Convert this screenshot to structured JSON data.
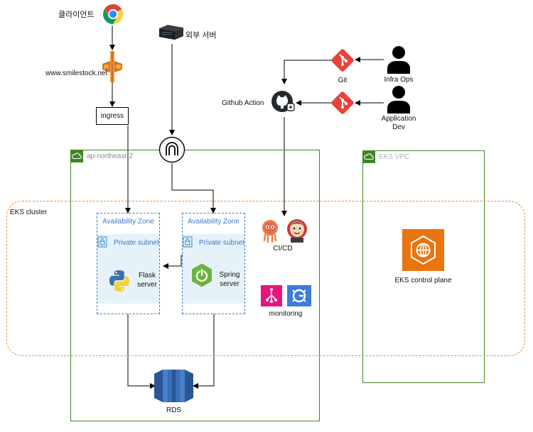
{
  "client": {
    "label": "클라이언트"
  },
  "external_server": {
    "label": "외부 서버"
  },
  "domain": {
    "label": "www.smilestock.net"
  },
  "ingress": {
    "label": "ingress"
  },
  "github_action": {
    "label": "Github Action"
  },
  "git": {
    "label": "Git"
  },
  "infra_ops": {
    "label": "Infra Ops"
  },
  "app_dev": {
    "line1": "Application",
    "line2": "Dev"
  },
  "region": {
    "label": "ap-northeast-2"
  },
  "eks_vpc": {
    "label": "EKS VPC"
  },
  "eks_cluster": {
    "label": "EKS cluster"
  },
  "az_left": {
    "title": "Availability Zone",
    "subnet": "Private subnet",
    "app_line1": "Flask",
    "app_line2": "server"
  },
  "az_right": {
    "title": "Availability Zone",
    "subnet": "Private subnet",
    "app_line1": "Spring",
    "app_line2": "server"
  },
  "cicd": {
    "label": "CI/CD"
  },
  "monitoring": {
    "label": "monitoring"
  },
  "control_plane": {
    "label": "EKS control plane"
  },
  "rds": {
    "label": "RDS"
  },
  "colors": {
    "vpc_green": "#3f8624",
    "cluster_orange": "#ed8b3f",
    "az_blue": "#3c7cc4",
    "subnet_bg": "#e6f2f8",
    "git_red": "#e8433a",
    "eks_orange": "#e8750f",
    "rds_blue": "#3b6fb5"
  }
}
